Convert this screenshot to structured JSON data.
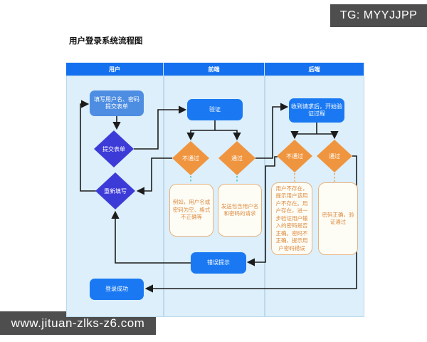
{
  "watermarks": {
    "top_right": "TG: MYYJJPP",
    "bottom_left": "www.jituan-zlks-z6.com"
  },
  "title": "用户登录系统流程图",
  "diagram": {
    "lanes": [
      {
        "label": "用户"
      },
      {
        "label": "前端"
      },
      {
        "label": "后端"
      }
    ],
    "nodes": {
      "fill_form": "填写用户名、密码\n提交表单",
      "submit_form": "提交表单",
      "rewrite": "重新填写",
      "login_success": "登录成功",
      "verify": "验证",
      "mid_fail": "不通过",
      "mid_pass": "通过",
      "note_invalid": "例如，用户名或密码为空、格式不正确等",
      "note_request": "发送包含用户名和密码的请求",
      "receive": "收到请求后，开始验证过程",
      "right_fail": "不通过",
      "right_pass": "通过",
      "note_user_check": "用户不存在，提示用户该用户不存在。用户存在，进一步验证用户输入的密码是否正确。密码不正确，提示用户密码错误",
      "note_pass_ok": "密码正确，验证通过",
      "error_tip": "错误提示"
    },
    "colors": {
      "header_blue": "#1470ef",
      "node_blue": "#1a79f2",
      "node_blue_soft": "#4d8de2",
      "diamond_indigo": "#3d3bd8",
      "diamond_orange": "#f0953f",
      "note_border": "#e7b27f",
      "note_text": "#dd8a3f",
      "lane_bg": "#dceffa",
      "badge_bg": "#4e4e4e",
      "dash_teal": "#3fbdb5",
      "dash_orange": "#e8a25e"
    }
  }
}
